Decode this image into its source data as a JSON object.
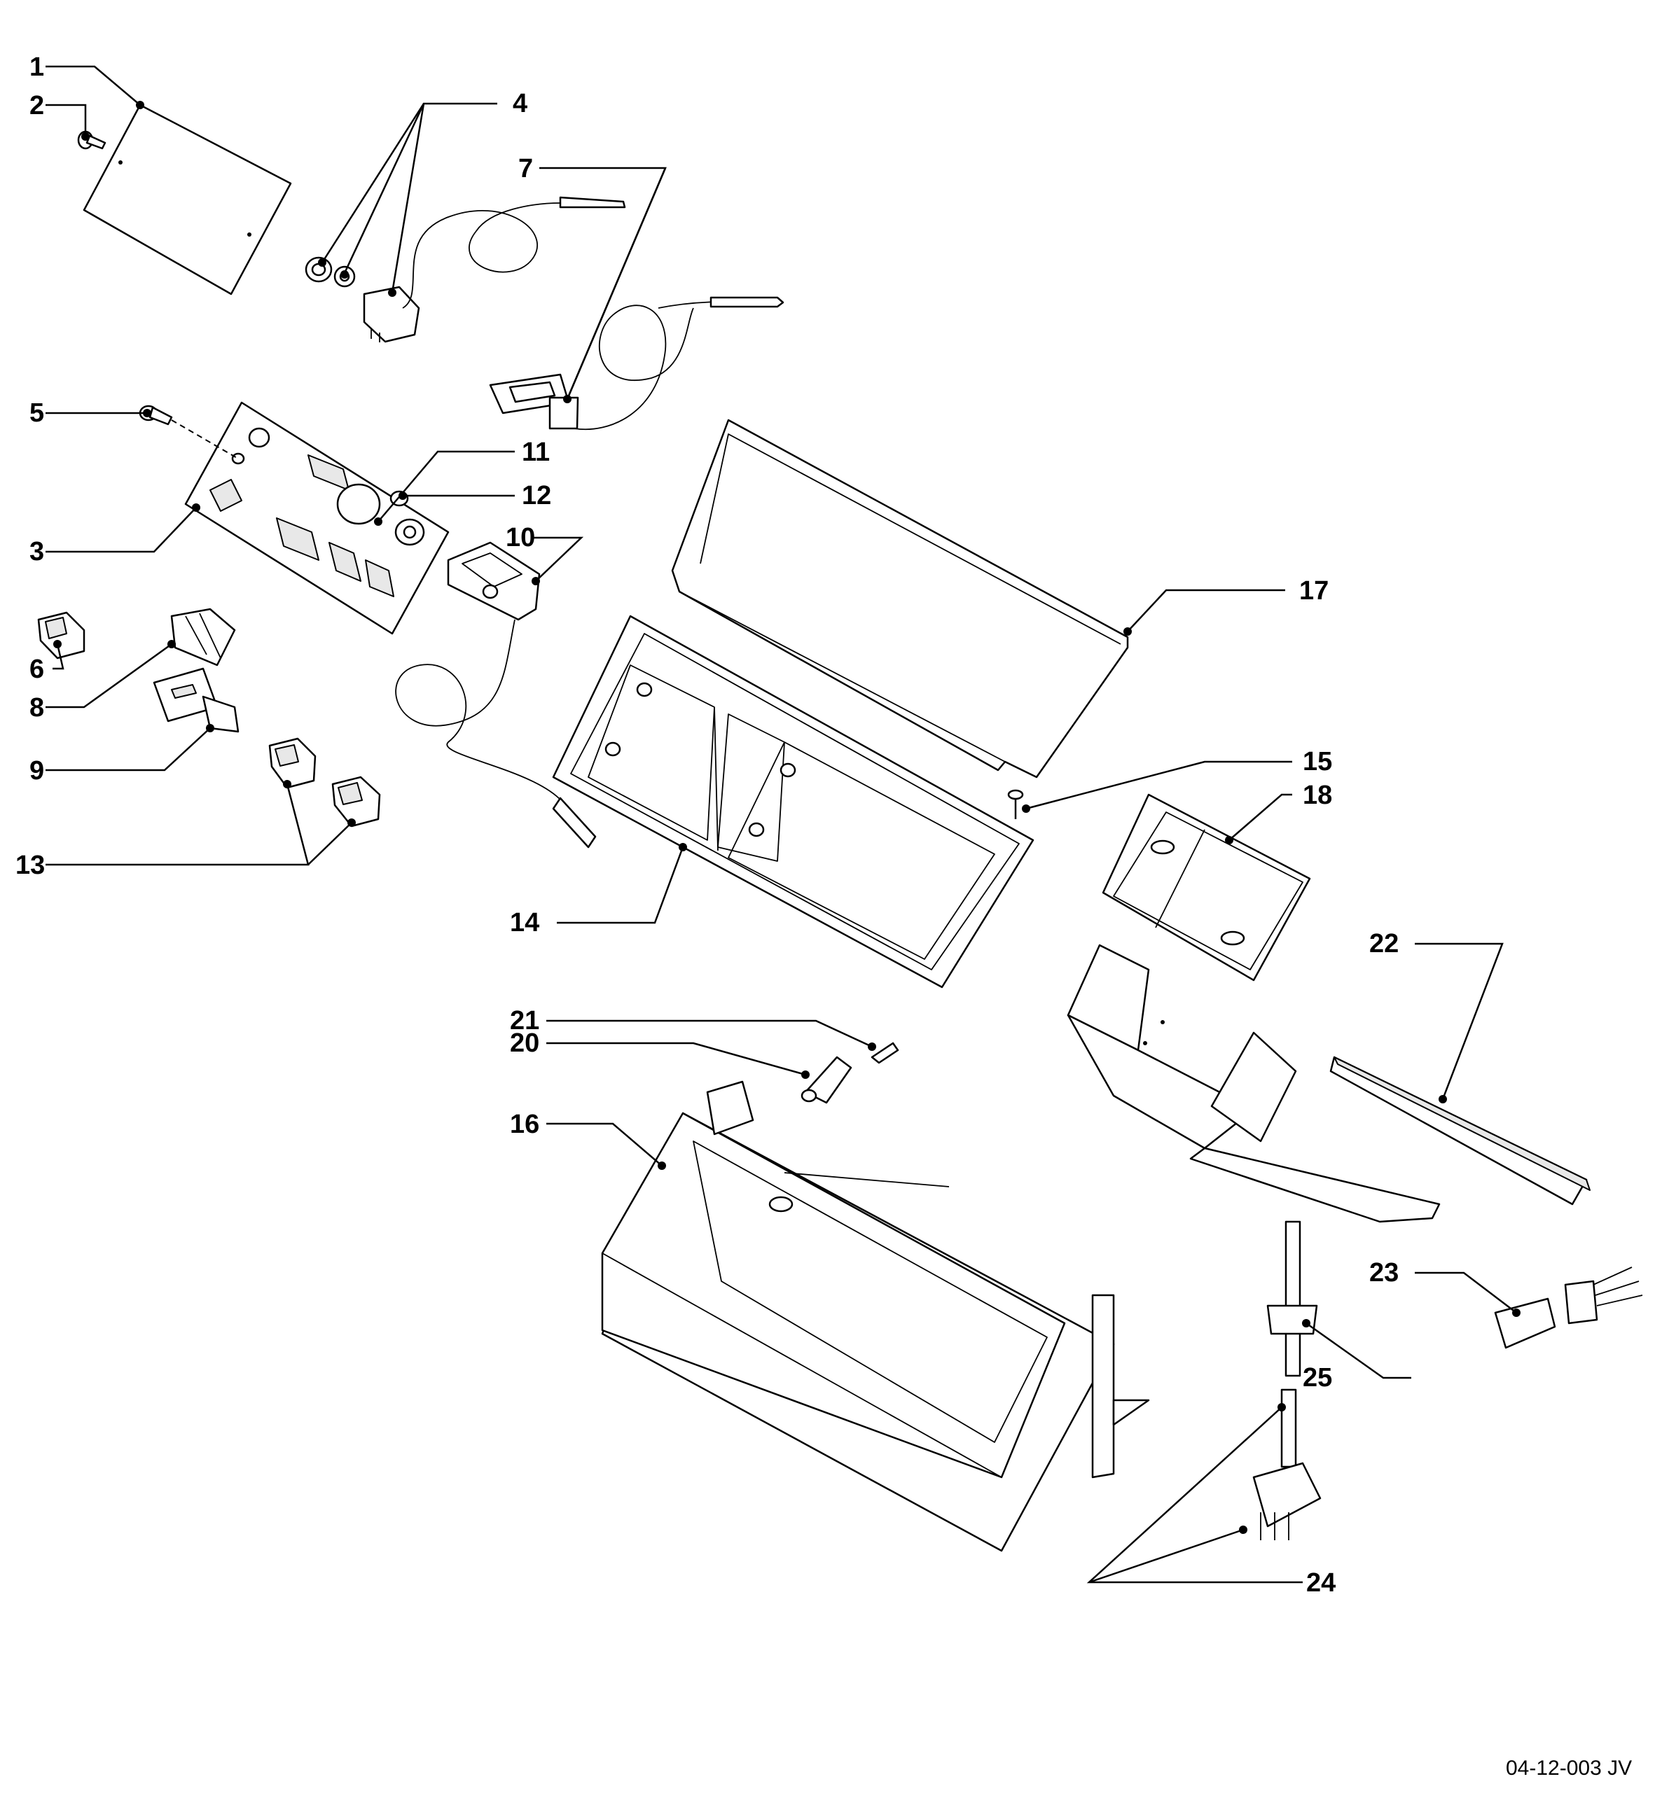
{
  "diagram": {
    "labels": [
      "1",
      "2",
      "3",
      "4",
      "5",
      "6",
      "7",
      "8",
      "9",
      "10",
      "11",
      "12",
      "13",
      "14",
      "15",
      "16",
      "17",
      "18",
      "20",
      "21",
      "22",
      "23",
      "24",
      "25"
    ],
    "reference": "04-12-003 JV"
  }
}
